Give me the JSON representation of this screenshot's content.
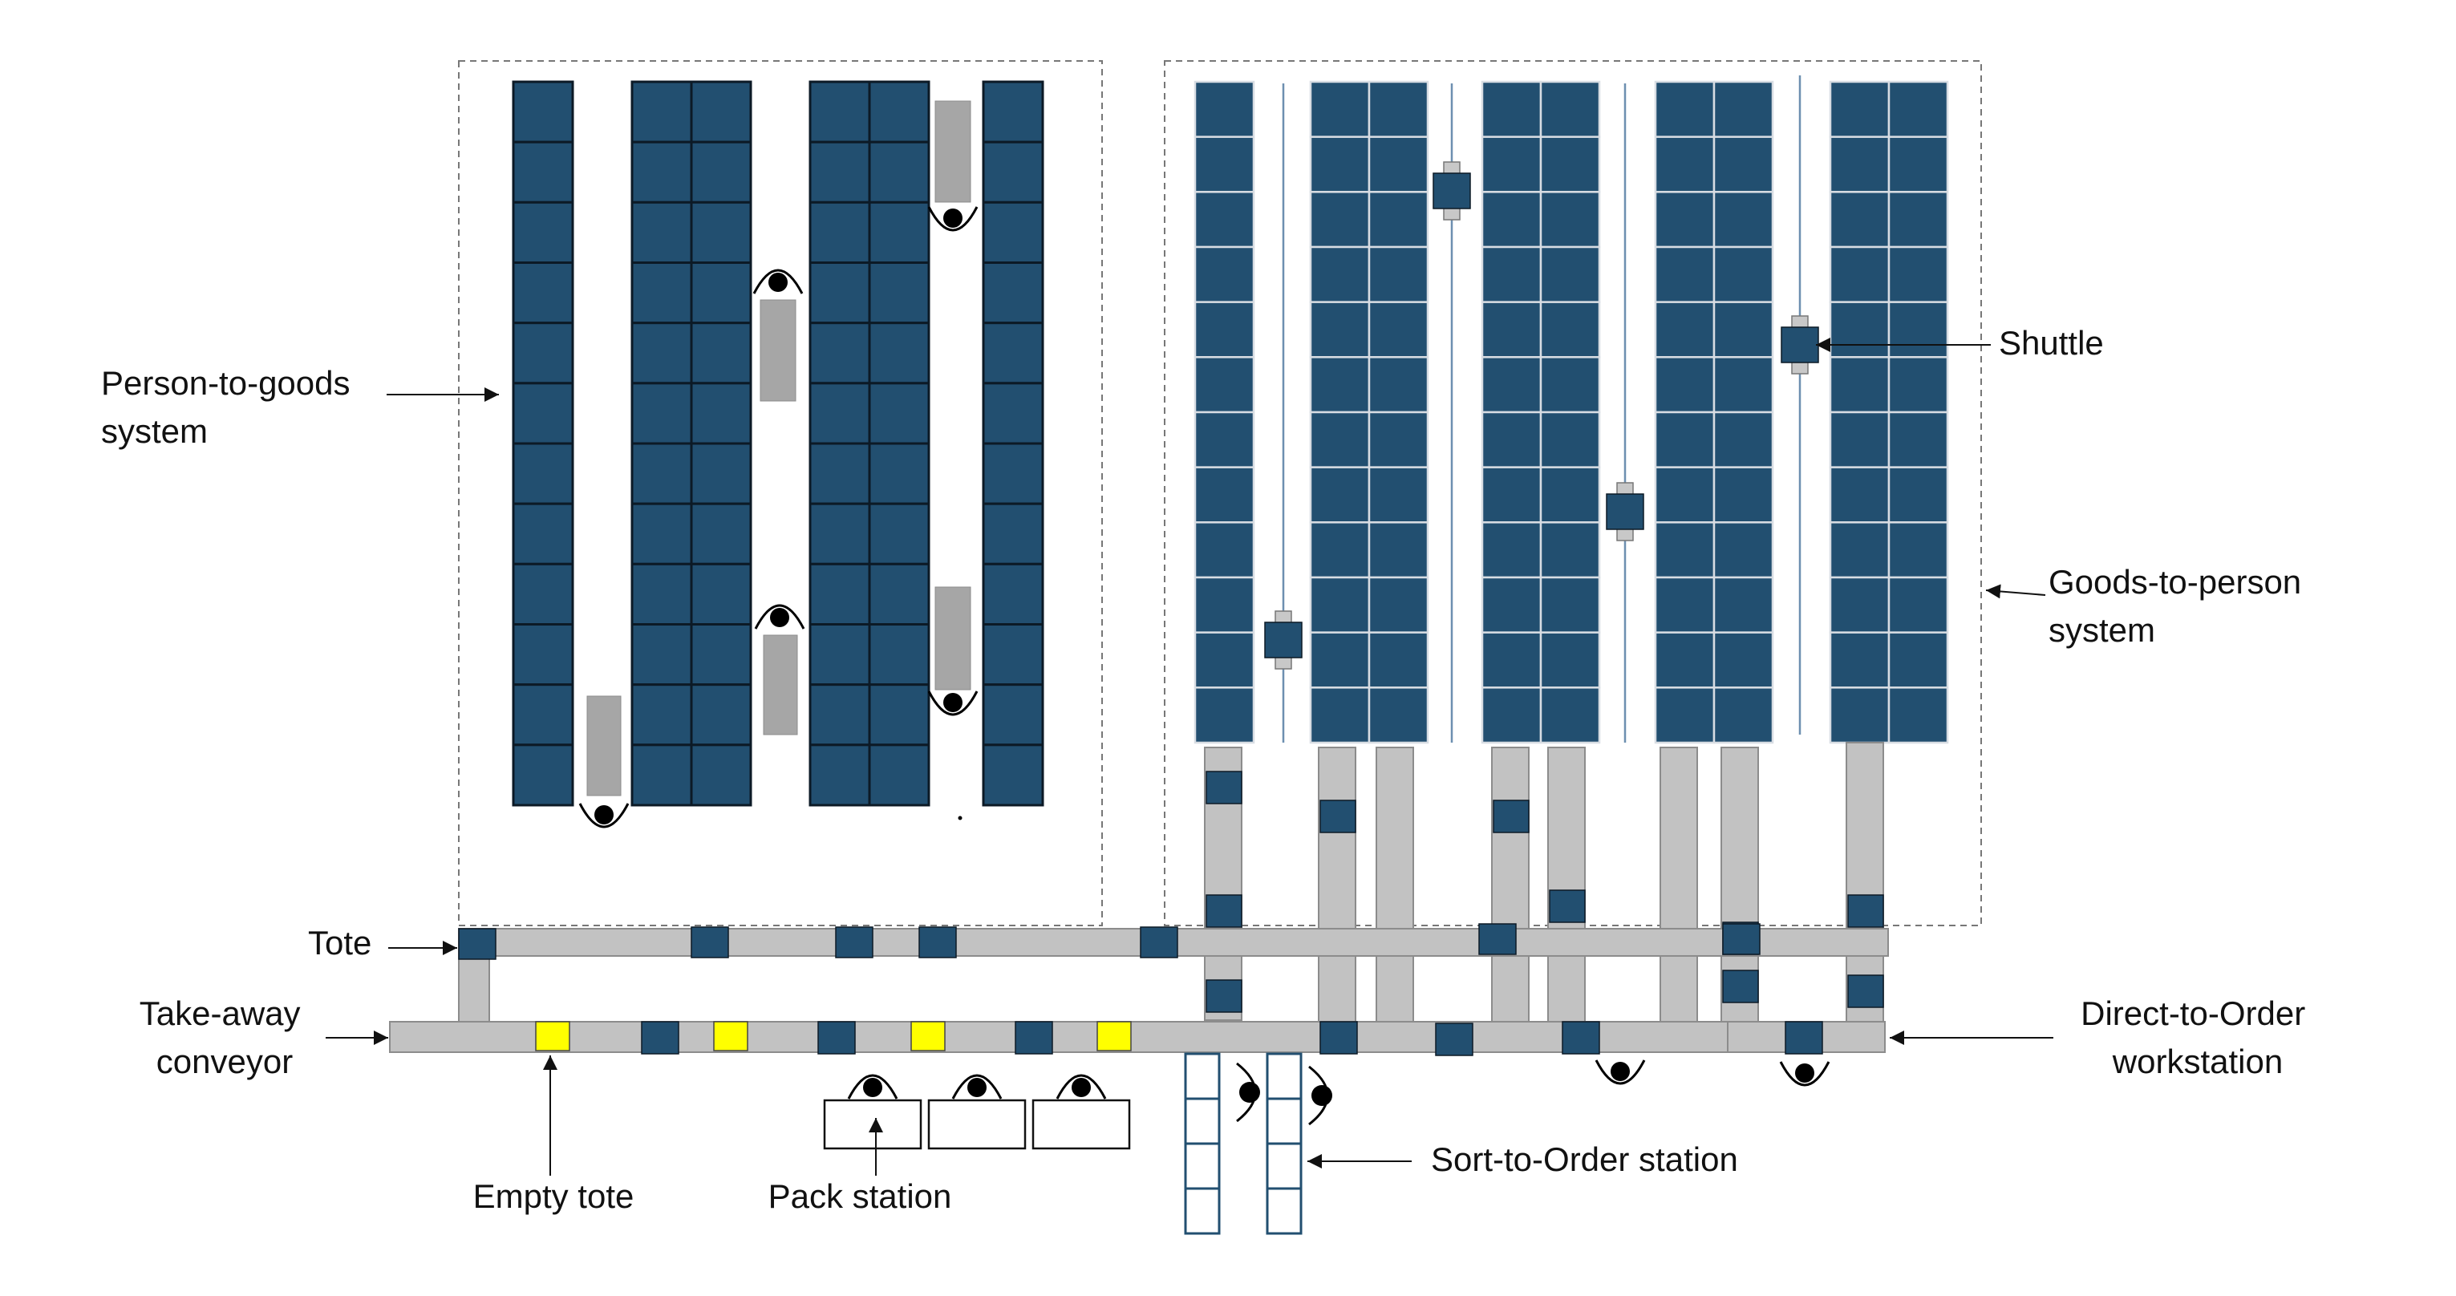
{
  "labels": {
    "person_to_goods": [
      "Person-to-goods",
      "system"
    ],
    "goods_to_person": [
      "Goods-to-person",
      "system"
    ],
    "shuttle": "Shuttle",
    "tote": "Tote",
    "take_away_conveyor": [
      "Take-away",
      "conveyor"
    ],
    "direct_to_order": [
      "Direct-to-Order",
      "workstation"
    ],
    "empty_tote": "Empty tote",
    "pack_station": "Pack station",
    "sort_to_order": "Sort-to-Order station"
  },
  "colors": {
    "rack_blue": "#224f70",
    "conveyor_gray": "#c2c2c2",
    "empty_tote_yellow": "#ffff00",
    "cart_gray": "#a6a6a6"
  },
  "icons": [
    "person-icon",
    "picking-cart-icon",
    "shuttle-icon"
  ]
}
